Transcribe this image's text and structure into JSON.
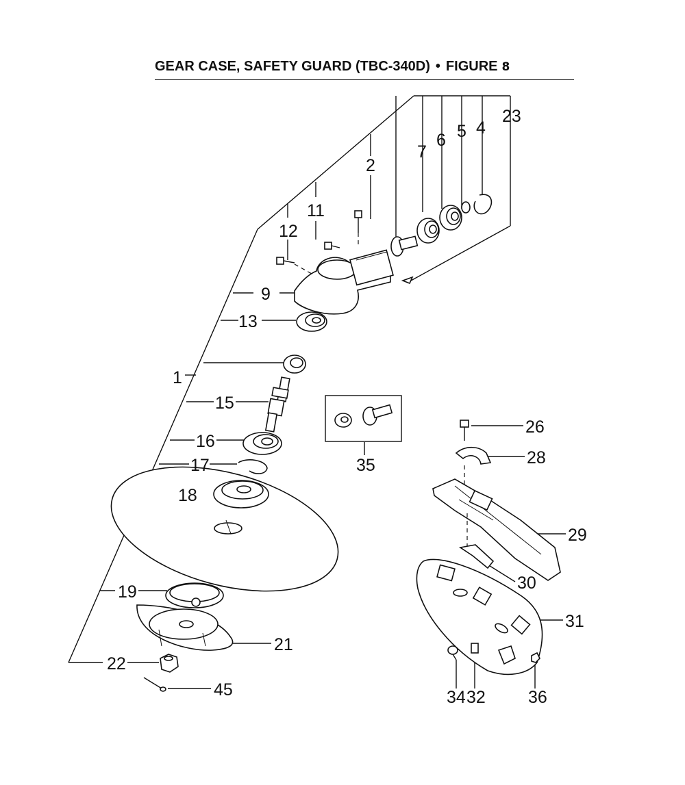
{
  "title": {
    "main": "GEAR CASE, SAFETY GUARD (TBC-340D)",
    "separator": "•",
    "figure_label": "FIGURE",
    "figure_number": "8"
  },
  "callouts": {
    "c1": "1",
    "c2": "2",
    "c4": "4",
    "c5": "5",
    "c6": "6",
    "c7": "7",
    "c9": "9",
    "c11": "11",
    "c12": "12",
    "c13": "13",
    "c15": "15",
    "c16": "16",
    "c17": "17",
    "c18": "18",
    "c19": "19",
    "c21": "21",
    "c22": "22",
    "c23": "23",
    "c26": "26",
    "c28": "28",
    "c29": "29",
    "c30": "30",
    "c31": "31",
    "c32": "32",
    "c34": "34",
    "c35": "35",
    "c36": "36",
    "c45": "45"
  }
}
